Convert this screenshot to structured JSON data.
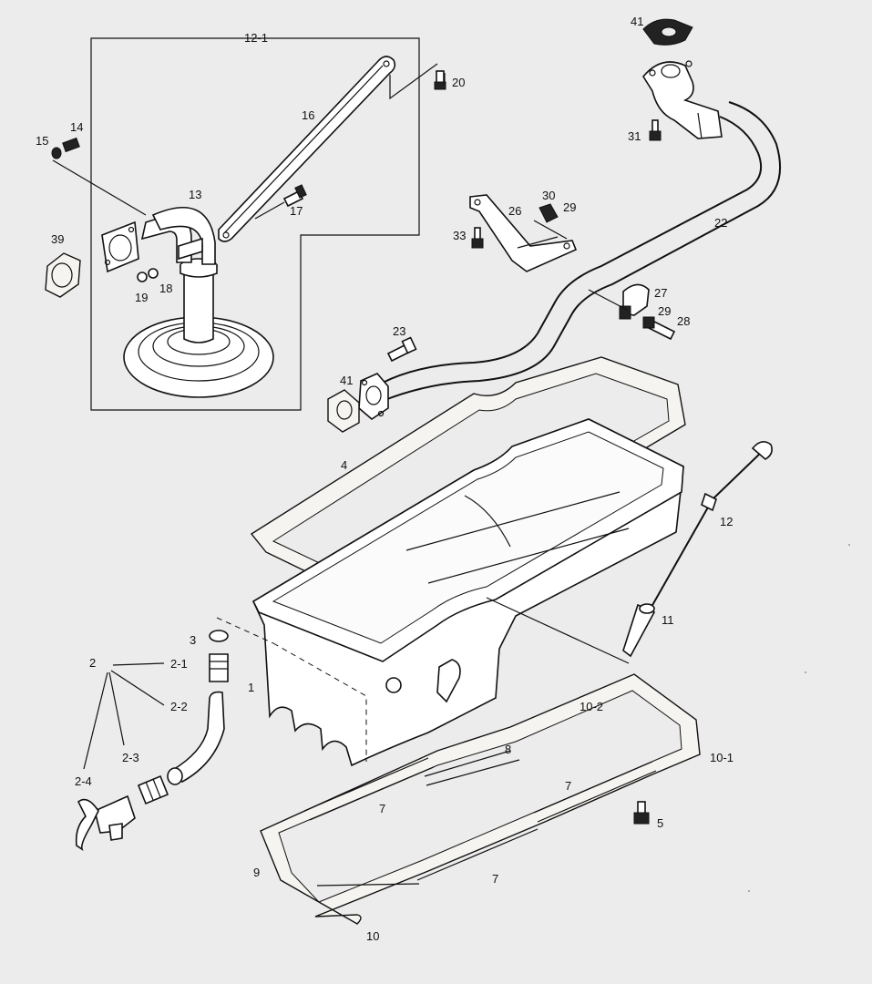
{
  "callouts": {
    "c12_1": "12-1",
    "c41a": "41",
    "c20": "20",
    "c16": "16",
    "c14": "14",
    "c15": "15",
    "c13": "13",
    "c31": "31",
    "c30": "30",
    "c29a": "29",
    "c26": "26",
    "c17": "17",
    "c22": "22",
    "c39": "39",
    "c33": "33",
    "c18": "18",
    "c19": "19",
    "c27": "27",
    "c29b": "29",
    "c28": "28",
    "c23": "23",
    "c41b": "41",
    "c4": "4",
    "c12": "12",
    "c11": "11",
    "c3": "3",
    "c2": "2",
    "c2_1": "2-1",
    "c1": "1",
    "c2_2": "2-2",
    "c10_2": "10-2",
    "c8": "8",
    "c10_1": "10-1",
    "c2_3": "2-3",
    "c2_4": "2-4",
    "c7a": "7",
    "c7b": "7",
    "c5": "5",
    "c9": "9",
    "c7c": "7",
    "c10": "10"
  }
}
